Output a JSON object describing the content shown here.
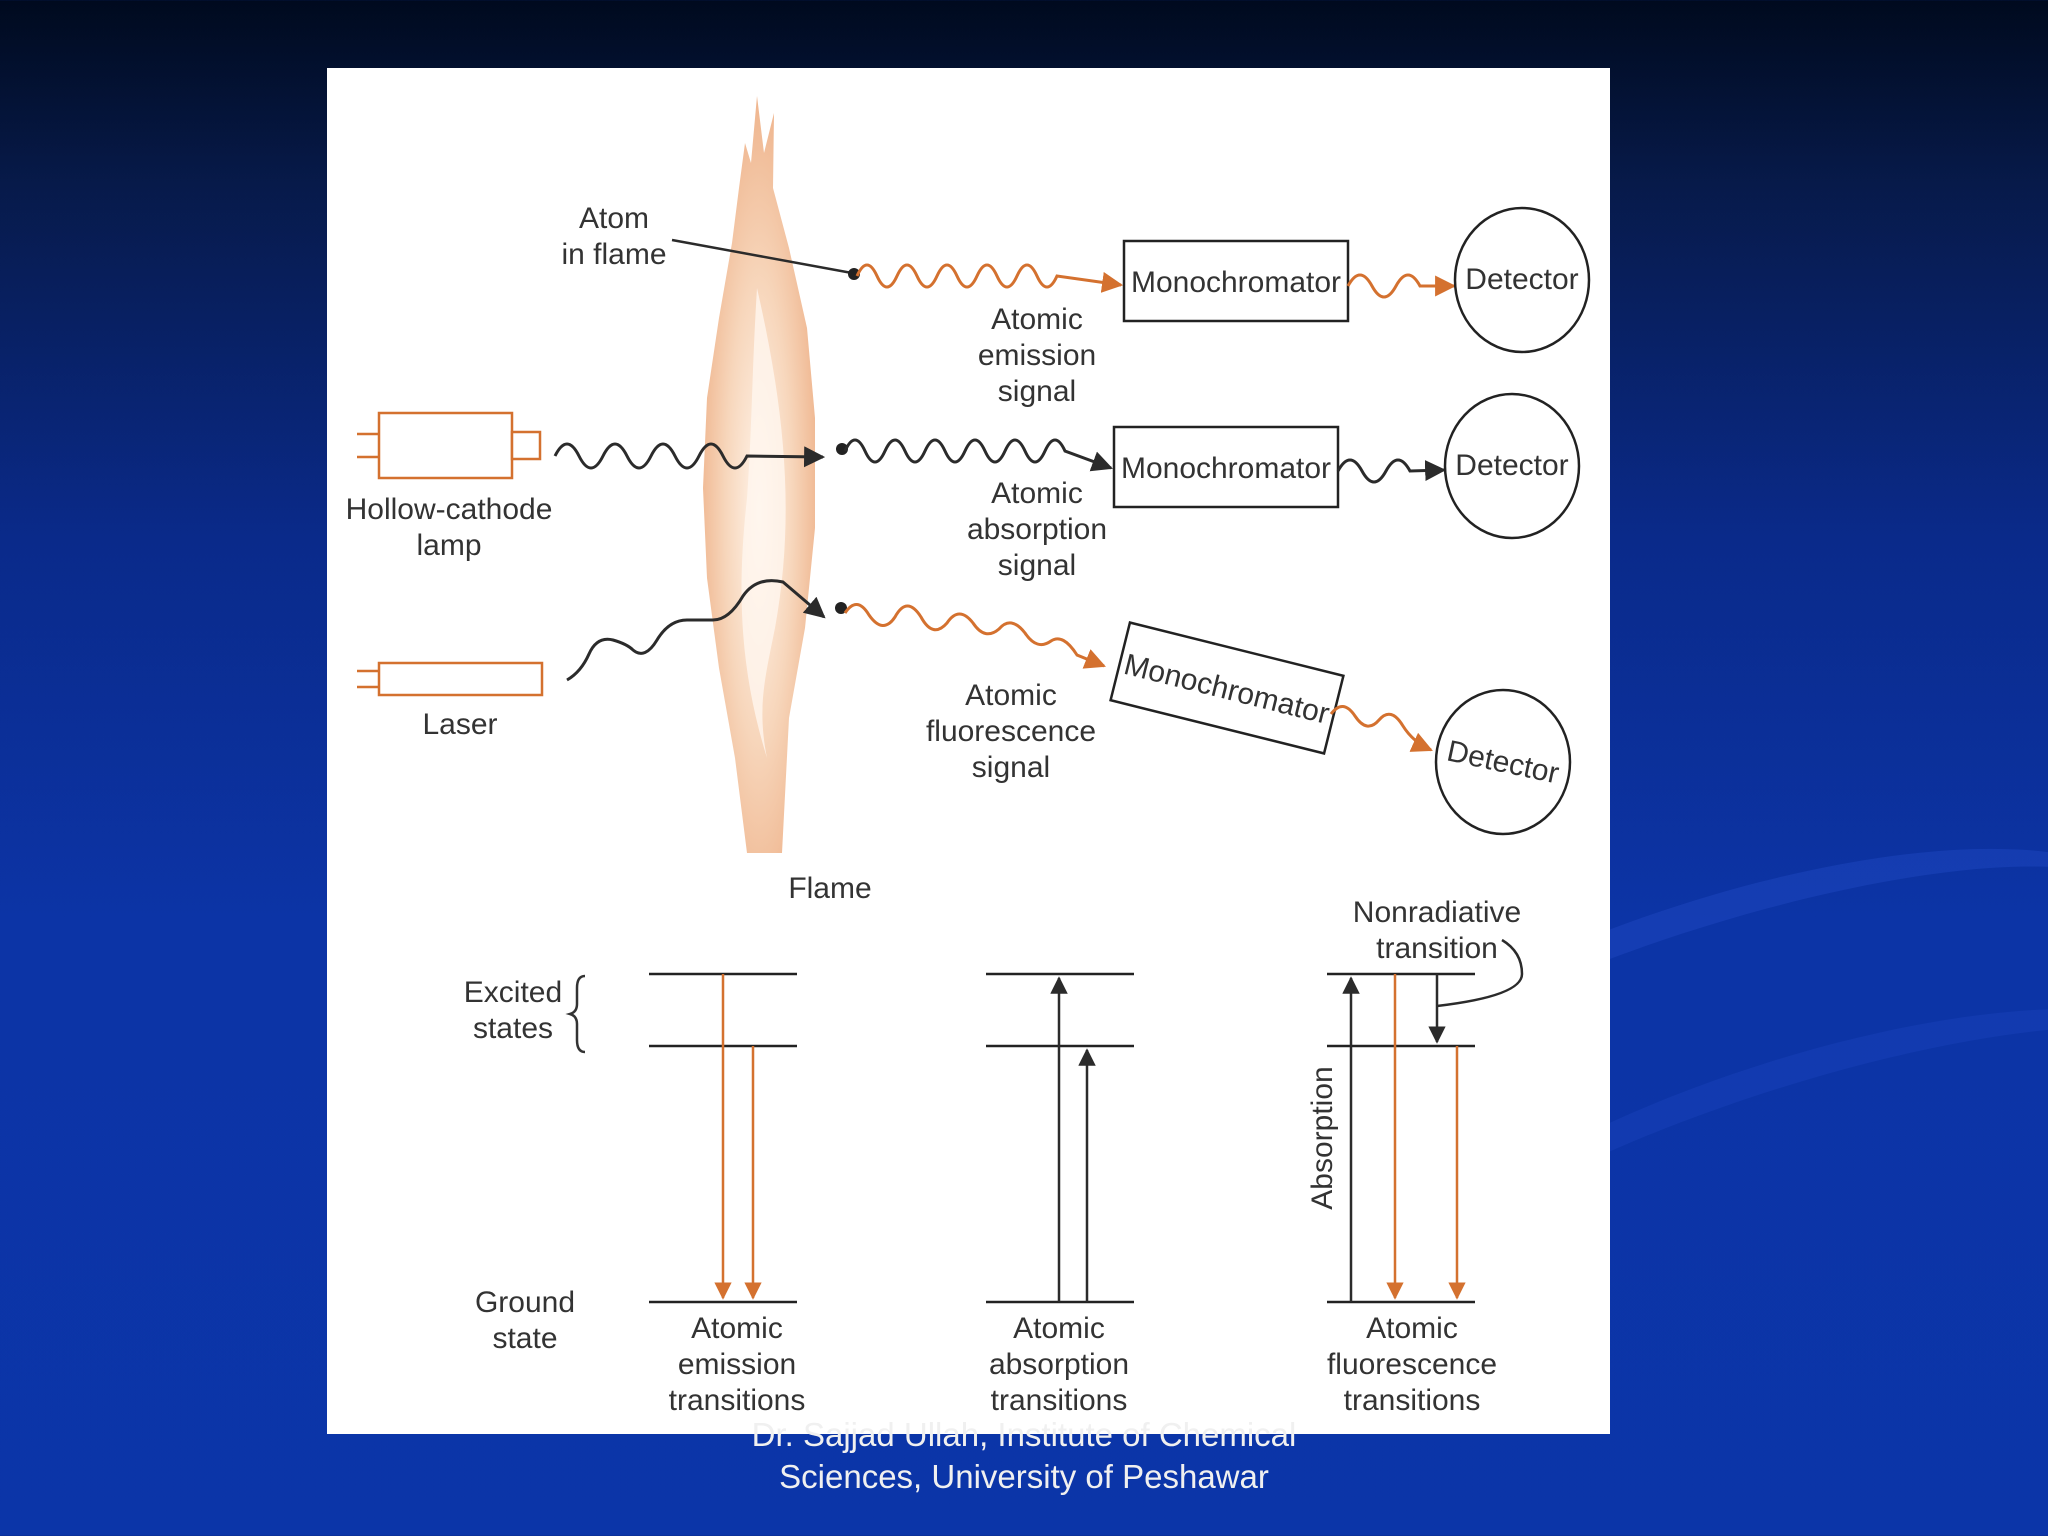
{
  "diagram": {
    "labels": {
      "atom_line1": "Atom",
      "atom_line2": "in flame",
      "monochromator": "Monochromator",
      "detector": "Detector",
      "emission_signal": [
        "Atomic",
        "emission",
        "signal"
      ],
      "absorption_signal": [
        "Atomic",
        "absorption",
        "signal"
      ],
      "fluorescence_signal": [
        "Atomic",
        "fluorescence",
        "signal"
      ],
      "hollow_cathode_lamp": [
        "Hollow-cathode",
        "lamp"
      ],
      "laser": "Laser",
      "flame": "Flame",
      "excited_states": [
        "Excited",
        "states"
      ],
      "ground_state": [
        "Ground",
        "state"
      ],
      "nonradiative_transition": [
        "Nonradiative",
        "transition"
      ],
      "absorption": "Absorption",
      "emission_transitions": [
        "Atomic",
        "emission",
        "transitions"
      ],
      "absorption_transitions": [
        "Atomic",
        "absorption",
        "transitions"
      ],
      "fluorescence_transitions": [
        "Atomic",
        "fluorescence",
        "transitions"
      ]
    },
    "colors": {
      "orange": "#d4712f",
      "dark": "#2b2b2b",
      "flame": "#f4c9a8"
    }
  },
  "footer": {
    "line1": "Dr. Sajjad Ullah, Institute of Chemical",
    "line2": "Sciences, University of Peshawar"
  }
}
